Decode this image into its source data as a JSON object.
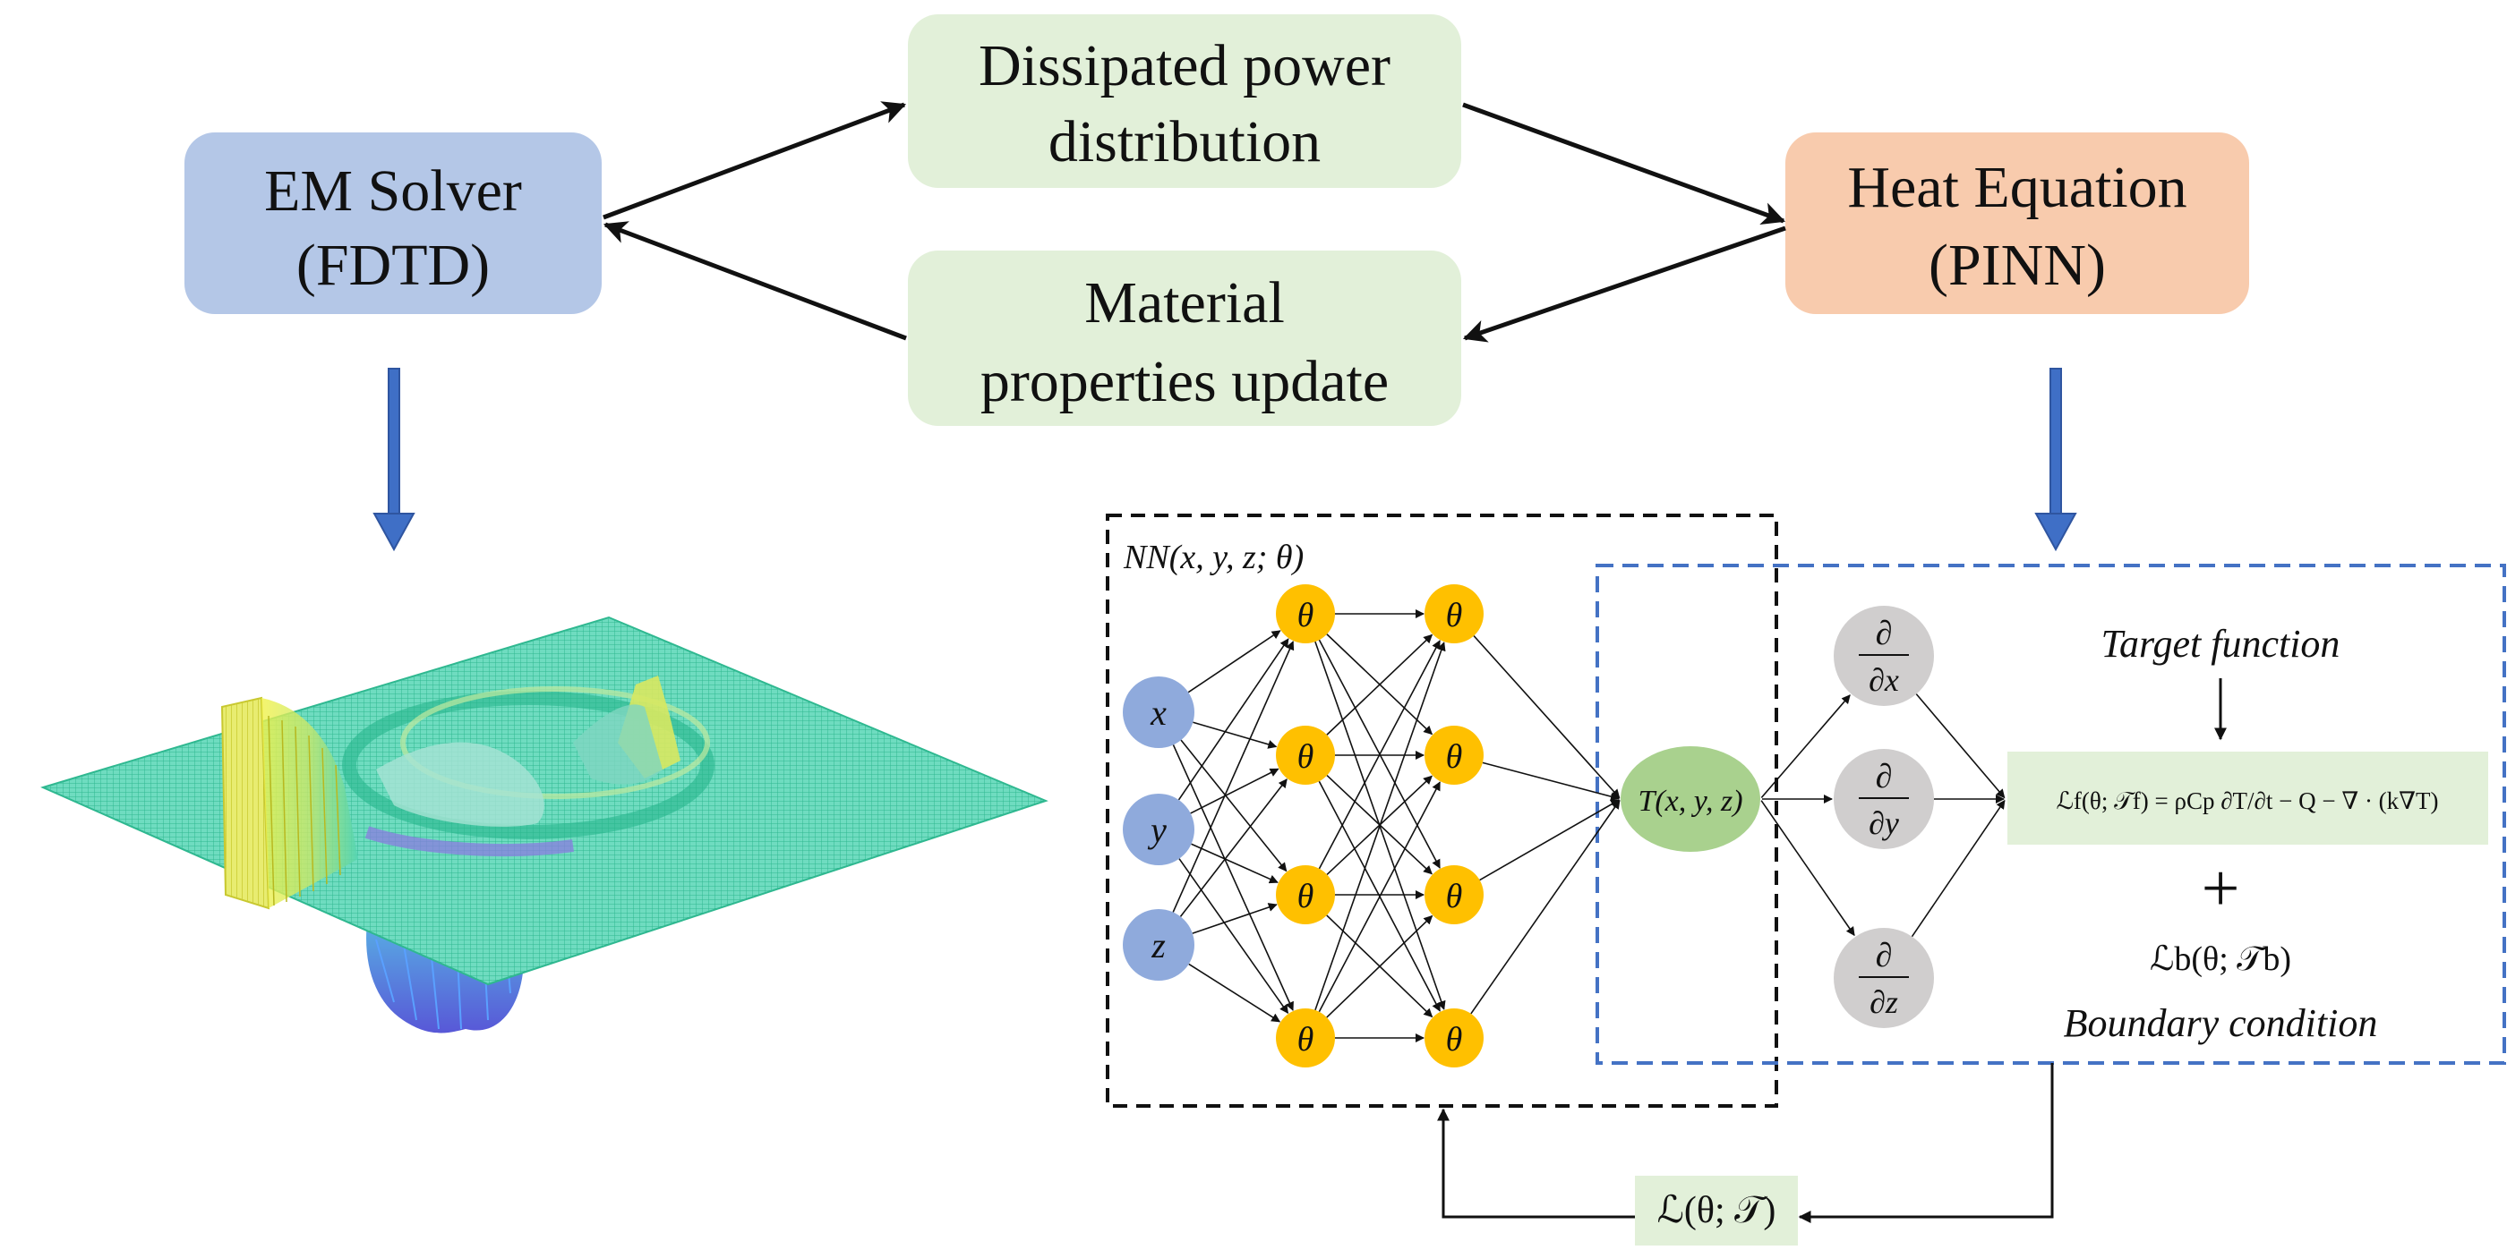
{
  "colors": {
    "em_box": "#b4c7e7",
    "heat_box": "#f8cbad",
    "middle_box": "#e2f0d9",
    "blue_arrow": "#3f6fc6",
    "input_node": "#8faadc",
    "hidden_node": "#ffc000",
    "output_node": "#a9d18e",
    "deriv_node": "#d0cece",
    "loss_bg": "#e2f0d9",
    "nn_border": "#111111",
    "pinn_border": "#4472c4",
    "mesh": "#3ec8a0"
  },
  "boxes": {
    "em_solver": [
      "EM Solver",
      "(FDTD)"
    ],
    "dissipated": [
      "Dissipated power",
      "distribution"
    ],
    "material": [
      "Material",
      "properties update"
    ],
    "heat_equation": [
      "Heat Equation",
      "(PINN)"
    ]
  },
  "network": {
    "nn_label": "NN(x, y, z; θ)",
    "inputs": [
      "x",
      "y",
      "z"
    ],
    "hidden_label": "θ",
    "output_label": "T(x, y, z)",
    "derivatives": [
      {
        "num": "∂",
        "den": "∂x"
      },
      {
        "num": "∂",
        "den": "∂y"
      },
      {
        "num": "∂",
        "den": "∂z"
      }
    ]
  },
  "equations": {
    "target_label": "Target function",
    "target_formula": "ℒf(θ; 𝒯f) = ρCp ∂T/∂t − Q − ∇ · (k∇T)",
    "plus": "+",
    "boundary_formula": "ℒb(θ; 𝒯b)",
    "boundary_label": "Boundary condition",
    "loss": "ℒ(θ; 𝒯)"
  },
  "icons": {
    "surface_plot": "mesh-surface-plot-icon",
    "down_arrow": "down-arrow-icon"
  }
}
